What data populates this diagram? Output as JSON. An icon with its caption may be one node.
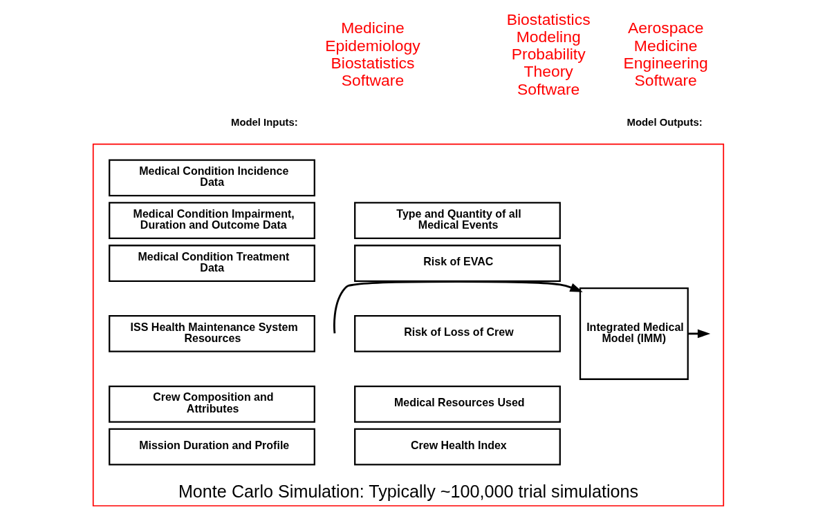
{
  "diagram": {
    "nodes": [
      {
        "text": [
          "Monte Carlo Simulation: Typically ~100,000 trial simulations"
        ]
      },
      {
        "text": [
          "Medical Condition Incidence Data"
        ],
        "in": 0
      },
      {
        "text": [
          "Medical Condition Impairment, Duration and Outcome Data"
        ],
        "in": 0
      },
      {
        "text": [
          "Medical Condition Treatment Data"
        ],
        "in": 0
      },
      {
        "text": [
          "ISS Health Maintenance System Resources"
        ],
        "in": 0
      },
      {
        "text": [
          "Crew Composition and Attributes"
        ],
        "in": 0
      },
      {
        "text": [
          "Mission Duration and Profile"
        ],
        "in": 0
      },
      {
        "text": [
          "Integrated Medical Model (IMM)"
        ],
        "in": 0
      },
      {
        "text": [
          "Type and Quantity of all Medical Events"
        ],
        "in": 0
      },
      {
        "text": [
          "Risk of EVAC"
        ],
        "in": 0
      },
      {
        "text": [
          "Risk of Loss of Crew"
        ],
        "in": 0
      },
      {
        "text": [
          "Medical Resources Used"
        ],
        "in": 0
      },
      {
        "text": [
          "Crew Health Index"
        ],
        "in": 0
      }
    ],
    "edges": [
      {
        "from": null,
        "to": 7,
        "arrow": "to"
      },
      {
        "from": 7,
        "to": null,
        "arrow": "to"
      }
    ],
    "labels": [
      "Medicine",
      "Epidemiology",
      "Biostatistics",
      "Software",
      "Biostatistics",
      "Modeling",
      "Probability",
      "Theory",
      "Software",
      "Aerospace",
      "Medicine",
      "Engineering",
      "Software",
      "Model Inputs:",
      "Model Outputs:"
    ]
  }
}
